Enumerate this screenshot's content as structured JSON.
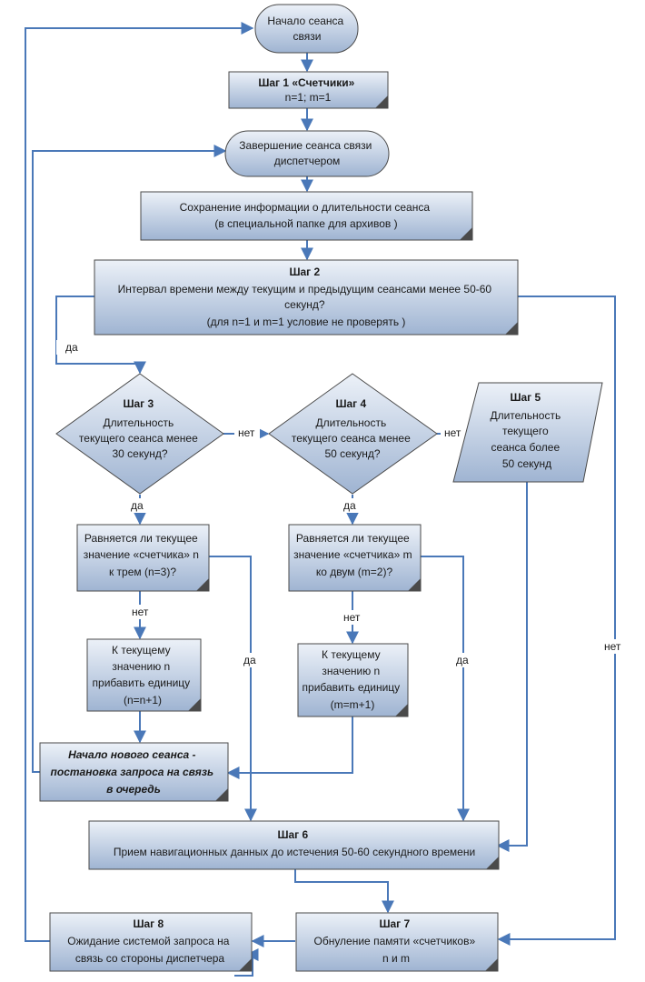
{
  "nodes": {
    "start": {
      "lines": [
        "Начало сеанса",
        "связи"
      ]
    },
    "step1": {
      "lines": [
        "Шаг 1 «Счетчики»",
        "n=1; m=1"
      ]
    },
    "end_dispatcher": {
      "lines": [
        "Завершение сеанса связи",
        "диспетчером"
      ]
    },
    "save": {
      "lines": [
        "Сохранение информации о длительности сеанса",
        "(в специальной папке для архивов )"
      ]
    },
    "step2": {
      "lines": [
        "Шаг 2",
        "Интервал времени между текущим и предыдущим сеансами  менее  50-60",
        "секунд?",
        "(для n=1 и m=1 условие не проверять )"
      ]
    },
    "step3": {
      "lines": [
        "Шаг 3",
        "Длительность",
        "текущего сеанса менее",
        "30 секунд?"
      ]
    },
    "step4": {
      "lines": [
        "Шаг 4",
        "Длительность",
        "текущего сеанса менее",
        "50 секунд?"
      ]
    },
    "step5": {
      "lines": [
        "Шаг 5",
        "Длительность",
        "текущего",
        "сеанса более",
        "50 секунд"
      ]
    },
    "check_n": {
      "lines": [
        "Равняется ли текущее",
        "значение «счетчика»  n",
        "к трем  (n=3)?"
      ]
    },
    "check_m": {
      "lines": [
        "Равняется ли текущее",
        "значение «счетчика»  m",
        "ко двум (m=2)?"
      ]
    },
    "inc_n": {
      "lines": [
        "К текущему",
        "значению  n",
        "прибавить единицу",
        "(n=n+1)"
      ]
    },
    "inc_m": {
      "lines": [
        "К текущему",
        "значению  n",
        "прибавить единицу",
        "(m=m+1)"
      ]
    },
    "new_session": {
      "lines": [
        "Начало нового сеанса  -",
        "постановка запроса на связь",
        "в очередь"
      ]
    },
    "step6": {
      "lines": [
        "Шаг 6",
        "Прием навигационных  данных   до истечения  50-60 секундного времени"
      ]
    },
    "step7": {
      "lines": [
        "Шаг 7",
        "Обнуление памяти «счетчиков»",
        "n и m"
      ]
    },
    "step8": {
      "lines": [
        "Шаг 8",
        "Ожидание системой запроса на",
        "связь со стороны диспетчера"
      ]
    }
  },
  "edge_labels": {
    "yes": "да",
    "no": "нет"
  },
  "colors": {
    "fill_light": "#ecf1f8",
    "fill_dark": "#9fb4d2",
    "arrow": "#4a78b8",
    "outline": "#4a4a4a"
  }
}
